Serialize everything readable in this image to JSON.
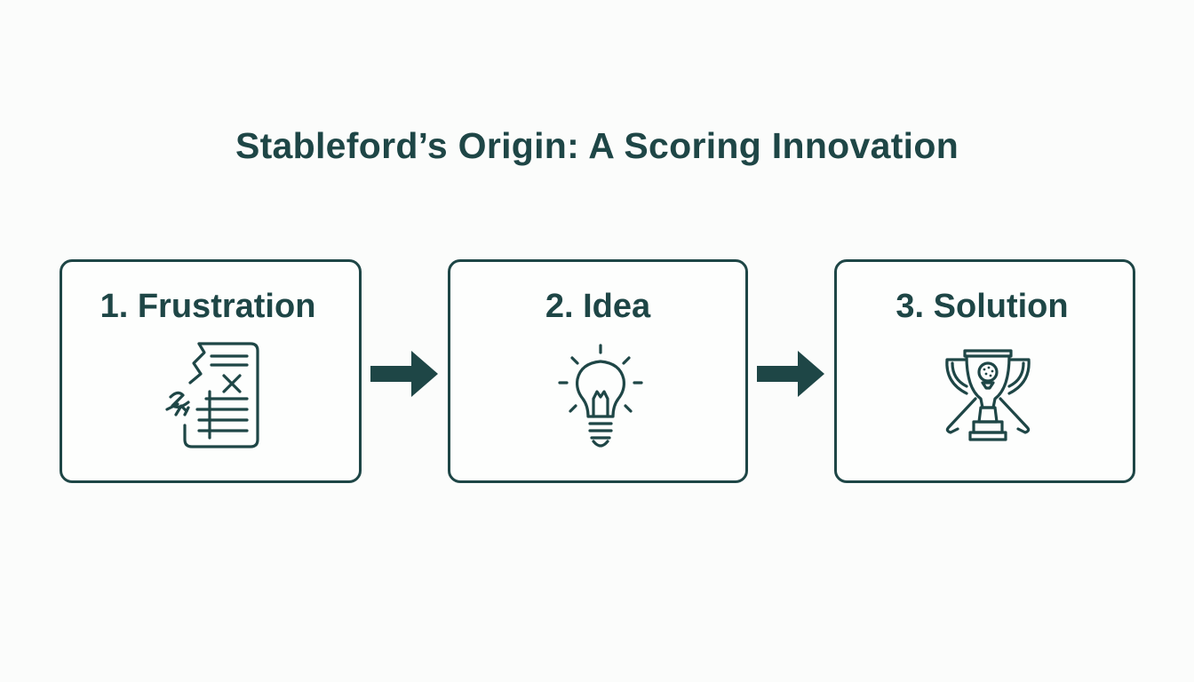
{
  "title": "Stableford’s Origin: A Scoring Innovation",
  "steps": [
    {
      "label": "1. Frustration",
      "icon": "torn-scorecard-icon"
    },
    {
      "label": "2. Idea",
      "icon": "lightbulb-icon"
    },
    {
      "label": "3. Solution",
      "icon": "golf-trophy-icon"
    }
  ],
  "connectors": [
    "arrow-right-icon",
    "arrow-right-icon"
  ],
  "colors": {
    "ink": "#1e4646",
    "background": "#fbfcfb"
  }
}
